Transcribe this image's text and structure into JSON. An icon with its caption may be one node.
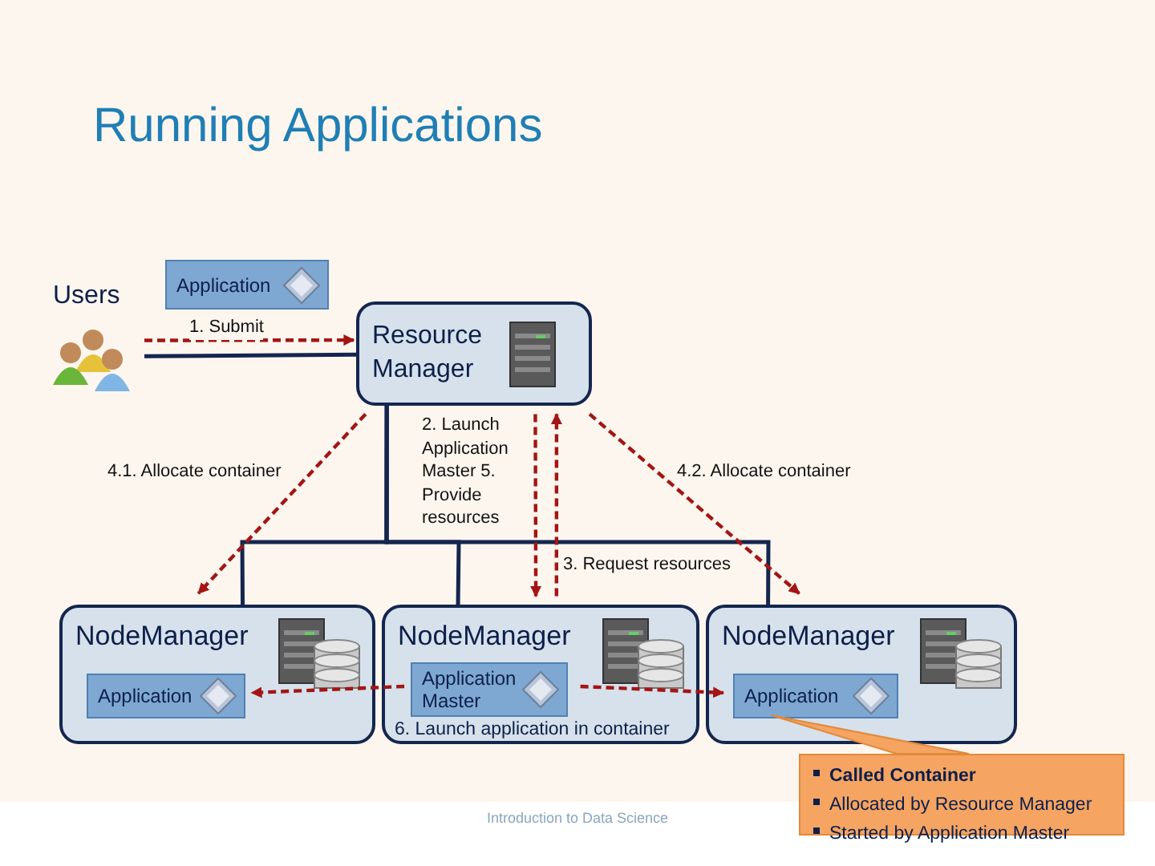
{
  "diagram": {
    "title": "Running Applications",
    "nodes": [
      {
        "text": [
          "Users"
        ]
      },
      {
        "text": [
          "Application"
        ]
      },
      {
        "text": [
          "Resource Manager"
        ]
      },
      {
        "text": [
          "NodeManager"
        ]
      },
      {
        "text": [
          "Application"
        ],
        "in": 3
      },
      {
        "text": [
          "NodeManager",
          "6. Launch application in container"
        ]
      },
      {
        "text": [
          "Application Master"
        ],
        "in": 5
      },
      {
        "text": [
          "NodeManager"
        ]
      },
      {
        "text": [
          "Application"
        ],
        "in": 7
      },
      {
        "text": [
          "Called Container",
          "Allocated by Resource Manager",
          "Started by Application Master"
        ]
      }
    ],
    "edges": [
      {
        "from": 0,
        "to": 2,
        "arrow": "none",
        "color": "#14264f"
      },
      {
        "from": 2,
        "to": 3,
        "arrow": "none",
        "color": "#14264f"
      },
      {
        "from": 2,
        "to": 5,
        "arrow": "none",
        "color": "#14264f"
      },
      {
        "from": 2,
        "to": 7,
        "arrow": "none",
        "color": "#14264f"
      },
      {
        "from": 0,
        "to": 2,
        "arrow": "to",
        "style": "dashed",
        "label": "1. Submit"
      },
      {
        "from": 2,
        "to": 3,
        "arrow": "to",
        "style": "dashed",
        "label": "4.1. Allocate container"
      },
      {
        "from": 2,
        "to": 5,
        "arrow": "to",
        "style": "dashed",
        "label": "2. Launch Application Master 5. Provide resources"
      },
      {
        "from": 5,
        "to": 2,
        "arrow": "to",
        "style": "dashed",
        "label": "3. Request resources"
      },
      {
        "from": 2,
        "to": 7,
        "arrow": "to",
        "style": "dashed",
        "label": "4.2. Allocate container"
      },
      {
        "from": 6,
        "to": 4,
        "arrow": "to",
        "style": "dashed"
      },
      {
        "from": 6,
        "to": 8,
        "arrow": "to",
        "style": "dashed"
      },
      {
        "from": 9,
        "to": 8,
        "arrow": "none",
        "color": "#f5a462"
      }
    ],
    "labels": [
      "Introduction to Data Science"
    ]
  }
}
